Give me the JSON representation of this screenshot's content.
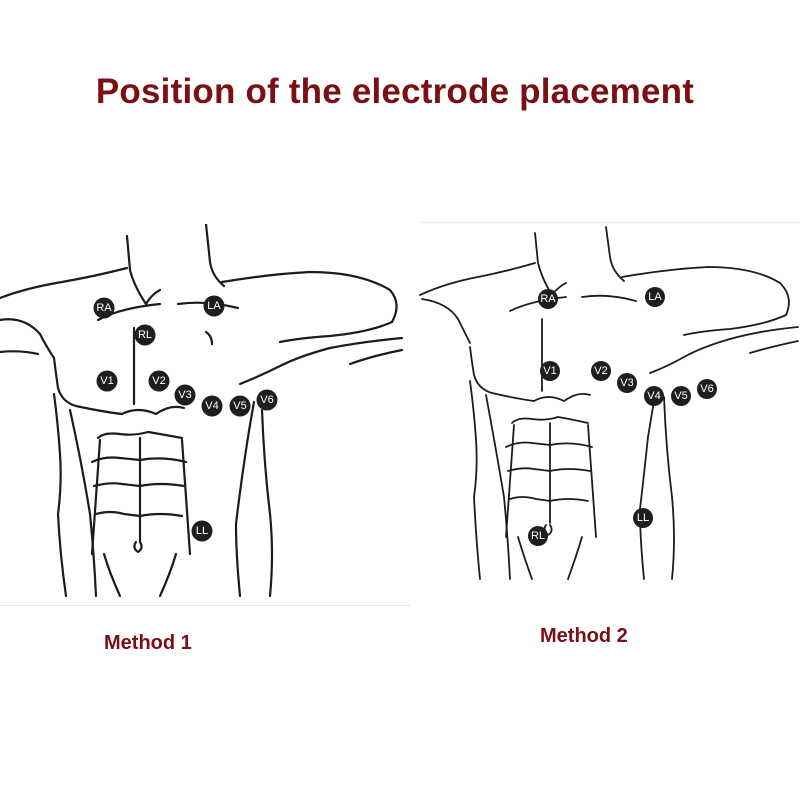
{
  "title": "Position of the electrode placement",
  "colors": {
    "title": "#7a0f14",
    "label": "#7a0f14",
    "outline": "#1c1c1c",
    "electrode_fill": "#1e1e1e",
    "electrode_text": "#ffffff"
  },
  "methods": [
    {
      "label": "Method 1",
      "electrodes": [
        "RA",
        "LA",
        "RL",
        "V1",
        "V2",
        "V3",
        "V4",
        "V5",
        "V6",
        "LL"
      ]
    },
    {
      "label": "Method 2",
      "electrodes": [
        "RA",
        "LA",
        "V1",
        "V2",
        "V3",
        "V4",
        "V5",
        "V6",
        "LL",
        "RL"
      ]
    }
  ]
}
